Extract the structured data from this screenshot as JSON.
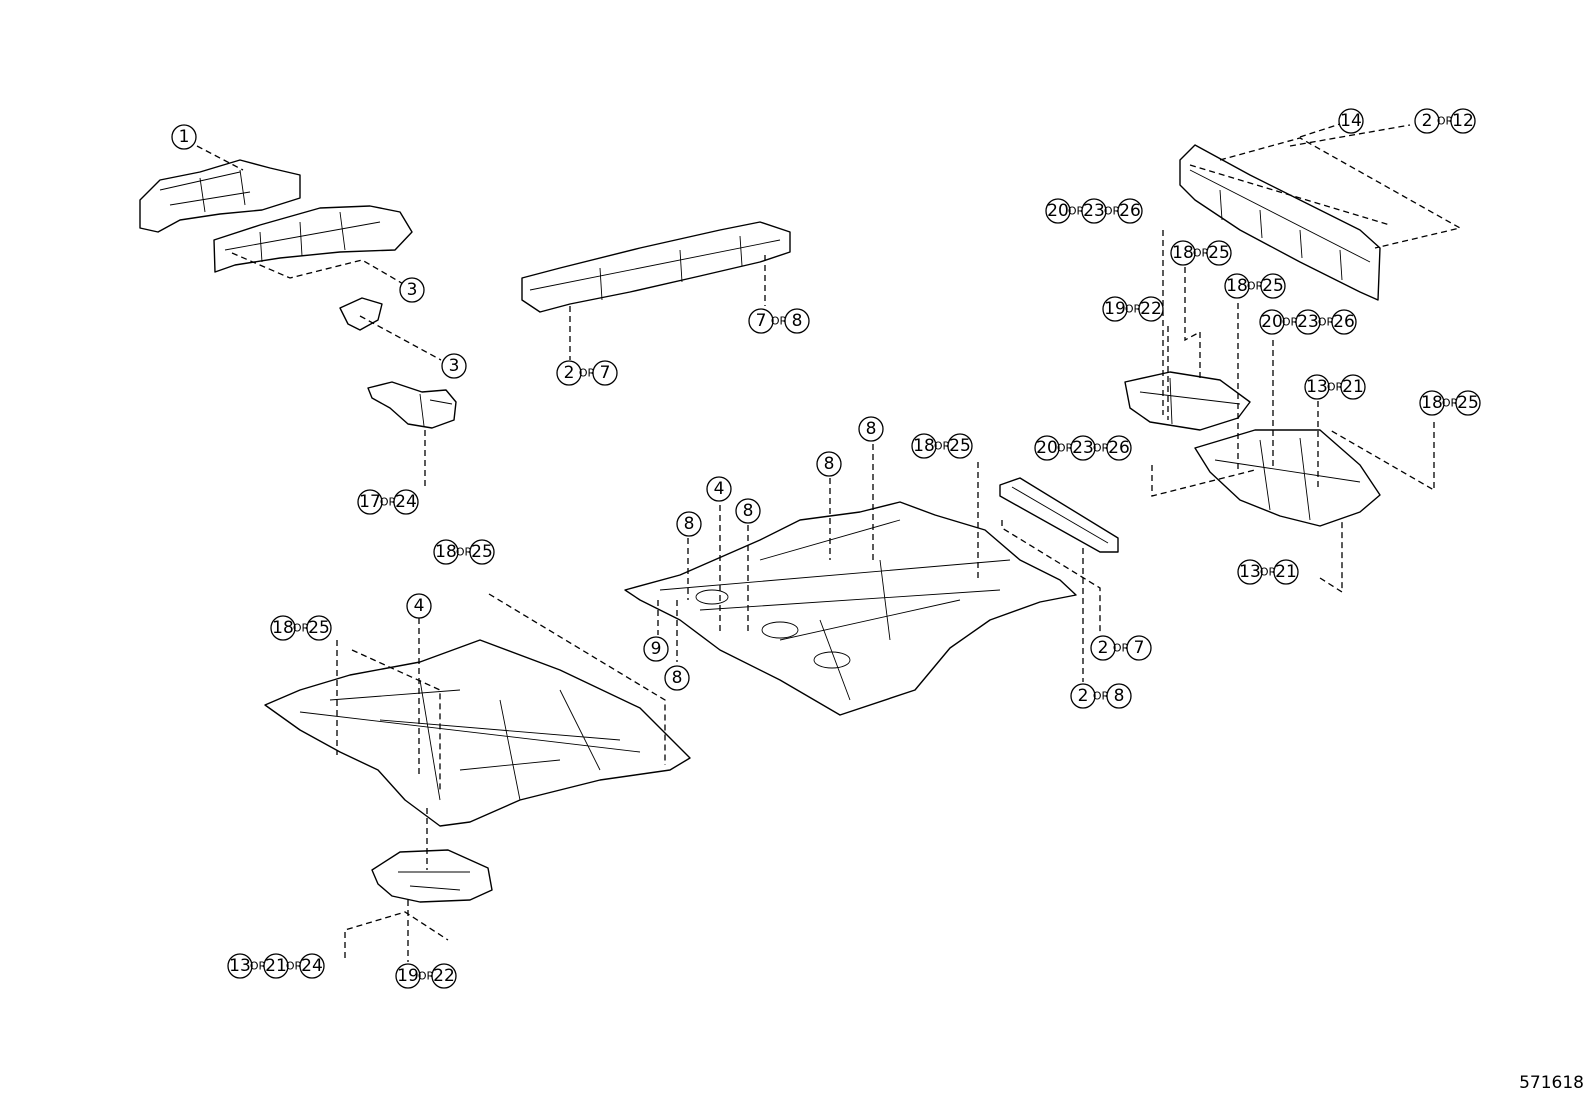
{
  "reference_number": "571618",
  "callouts": [
    {
      "parts": [
        "1"
      ],
      "or_label": "OR"
    },
    {
      "parts": [
        "3"
      ],
      "or_label": "OR"
    },
    {
      "parts": [
        "3"
      ],
      "or_label": "OR"
    },
    {
      "parts": [
        "17",
        "24"
      ],
      "or_label": "OR"
    },
    {
      "parts": [
        "2",
        "7"
      ],
      "or_label": "OR"
    },
    {
      "parts": [
        "7",
        "8"
      ],
      "or_label": "OR"
    },
    {
      "parts": [
        "18",
        "25"
      ],
      "or_label": "OR"
    },
    {
      "parts": [
        "4"
      ],
      "or_label": "OR"
    },
    {
      "parts": [
        "18",
        "25"
      ],
      "or_label": "OR"
    },
    {
      "parts": [
        "13",
        "21",
        "24"
      ],
      "or_label": "OR"
    },
    {
      "parts": [
        "19",
        "22"
      ],
      "or_label": "OR"
    },
    {
      "parts": [
        "8"
      ],
      "or_label": "OR"
    },
    {
      "parts": [
        "4"
      ],
      "or_label": "OR"
    },
    {
      "parts": [
        "8"
      ],
      "or_label": "OR"
    },
    {
      "parts": [
        "8"
      ],
      "or_label": "OR"
    },
    {
      "parts": [
        "8"
      ],
      "or_label": "OR"
    },
    {
      "parts": [
        "9"
      ],
      "or_label": "OR"
    },
    {
      "parts": [
        "8"
      ],
      "or_label": "OR"
    },
    {
      "parts": [
        "18",
        "25"
      ],
      "or_label": "OR"
    },
    {
      "parts": [
        "2",
        "7"
      ],
      "or_label": "OR"
    },
    {
      "parts": [
        "2",
        "8"
      ],
      "or_label": "OR"
    },
    {
      "parts": [
        "14"
      ],
      "or_label": "OR"
    },
    {
      "parts": [
        "2",
        "12"
      ],
      "or_label": "OR"
    },
    {
      "parts": [
        "20",
        "23",
        "26"
      ],
      "or_label": "OR"
    },
    {
      "parts": [
        "18",
        "25"
      ],
      "or_label": "OR"
    },
    {
      "parts": [
        "19",
        "22"
      ],
      "or_label": "OR"
    },
    {
      "parts": [
        "18",
        "25"
      ],
      "or_label": "OR"
    },
    {
      "parts": [
        "20",
        "23",
        "26"
      ],
      "or_label": "OR"
    },
    {
      "parts": [
        "13",
        "21"
      ],
      "or_label": "OR"
    },
    {
      "parts": [
        "18",
        "25"
      ],
      "or_label": "OR"
    },
    {
      "parts": [
        "20",
        "23",
        "26"
      ],
      "or_label": "OR"
    },
    {
      "parts": [
        "13",
        "21"
      ],
      "or_label": "OR"
    }
  ]
}
